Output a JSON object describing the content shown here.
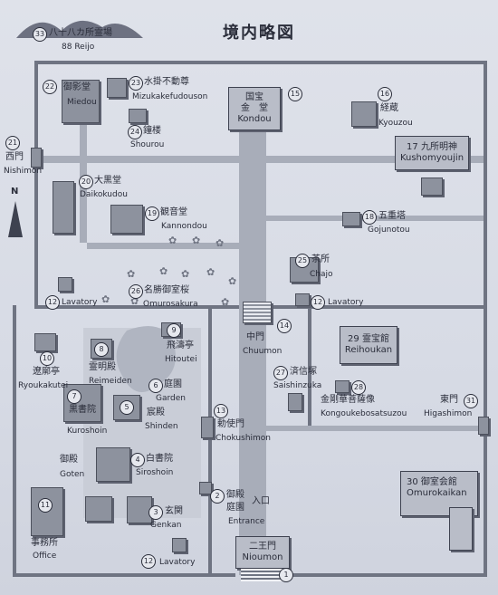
{
  "title": "境内略図",
  "north": "N",
  "places": {
    "reijo": {
      "num": "33",
      "ja": "八十八カ所霊場",
      "en": "88 Reijo"
    },
    "miedou": {
      "num": "22",
      "ja": "御影堂",
      "en": "Miedou"
    },
    "mizukake": {
      "num": "23",
      "ja": "水掛不動尊",
      "en": "Mizukakefudouson"
    },
    "shourou": {
      "num": "24",
      "ja": "鐘楼",
      "en": "Shourou"
    },
    "kondou": {
      "num": "15",
      "ja1": "国宝",
      "ja2": "金　堂",
      "en": "Kondou"
    },
    "kyouzou": {
      "num": "16",
      "ja": "経蔵",
      "en": "Kyouzou"
    },
    "kushomyoujin": {
      "num": "17",
      "ja": "九所明神",
      "en": "Kushomyoujin"
    },
    "nishimon": {
      "num": "21",
      "ja": "西門",
      "en": "Nishimon"
    },
    "daikokudou": {
      "num": "20",
      "ja": "大黒堂",
      "en": "Daikokudou"
    },
    "kannondou": {
      "num": "19",
      "ja": "観音堂",
      "en": "Kannondou"
    },
    "gojunotou": {
      "num": "18",
      "ja": "五重塔",
      "en": "Gojunotou"
    },
    "chajo": {
      "num": "25",
      "ja": "茶所",
      "en": "Chajo"
    },
    "omurosakura": {
      "num": "26",
      "ja": "名勝御室桜",
      "en": "Omurosakura"
    },
    "lavatory_w": {
      "num": "12",
      "en": "Lavatory"
    },
    "lavatory_c": {
      "num": "12",
      "en": "Lavatory"
    },
    "chuumon": {
      "num": "14",
      "ja": "中門",
      "en": "Chuumon"
    },
    "ryoukakutei": {
      "num": "10",
      "ja": "遼廓亭",
      "en": "Ryoukakutei"
    },
    "reimeiden": {
      "num": "8",
      "ja": "霊明殿",
      "en": "Reimeiden"
    },
    "hitoutei": {
      "num": "9",
      "ja": "飛濤亭",
      "en": "Hitoutei"
    },
    "garden": {
      "num": "6",
      "ja": "庭園",
      "en": "Garden"
    },
    "kuroshoin": {
      "num": "7",
      "ja": "黒書院",
      "en": "Kuroshoin"
    },
    "shinden": {
      "num": "5",
      "ja": "宸殿",
      "en": "Shinden"
    },
    "reihoukan": {
      "num": "29",
      "ja": "霊宝館",
      "en": "Reihoukan"
    },
    "saishinzuka": {
      "num": "27",
      "ja": "済信塚",
      "en": "Saishinzuka"
    },
    "kongou": {
      "num": "28",
      "ja": "金剛華菩薩像",
      "en": "Kongoukebosatsuzou"
    },
    "higashimon": {
      "num": "31",
      "ja": "東門",
      "en": "Higashimon"
    },
    "chokushimon": {
      "num": "13",
      "ja": "勅使門",
      "en": "Chokushimon"
    },
    "goten": {
      "ja": "御殿",
      "en": "Goten"
    },
    "siroshoin": {
      "num": "4",
      "ja": "白書院",
      "en": "Siroshoin"
    },
    "entrance": {
      "num": "2",
      "ja1": "御殿",
      "ja2": "庭園",
      "ja3": "入口",
      "en": "Entrance"
    },
    "genkan": {
      "num": "3",
      "ja": "玄関",
      "en": "Genkan"
    },
    "office": {
      "num": "11",
      "ja": "事務所",
      "en": "Office"
    },
    "lavatory_s": {
      "num": "12",
      "en": "Lavatory"
    },
    "nioumon": {
      "num": "1",
      "ja": "二王門",
      "en": "Nioumon"
    },
    "omurokaikan": {
      "num": "30",
      "ja": "御室会館",
      "en": "Omurokaikan"
    }
  }
}
